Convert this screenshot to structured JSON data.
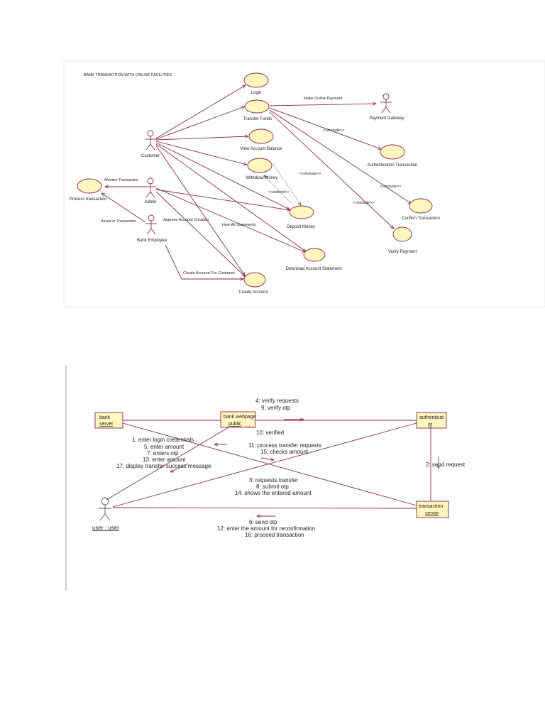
{
  "use_case_diagram": {
    "title": "BANK TRANSACTION WITH ONLINE FACILITIES",
    "actors": {
      "customer": "Customer",
      "admin": "Admin",
      "bank_employee": "Bank Employee",
      "payment_gateway": "Payment Gateway"
    },
    "use_cases": {
      "login": "Login",
      "transfer_funds": "Transfer Funds",
      "view_balance": "View Account Balance",
      "withdraw_money": "Withdraw Money",
      "deposit_money": "Deposit Money",
      "download_statement": "Download Account Statement",
      "create_account": "Create Account",
      "process_transaction": "Process transaction",
      "authentication_transaction": "Authentication Transaction",
      "confirm_transaction": "Confirm Transaction",
      "verify_payment": "Verify Payment"
    },
    "relations": {
      "make_online_payment": "Make Online Payment",
      "include_auth": "<<include>>",
      "include_confirm": "<<include>>",
      "include_verify": "<<include>>",
      "include_deposit": "<<include>>",
      "extend_withdraw": "<<extend>>",
      "monitor_transaction": "Monitor Transaction",
      "assist_transaction": "Assist in Transaction",
      "approve_account": "Approve Account Creation",
      "view_all_statements": "View All Statements",
      "create_account_for_customer": "Create Account For Customer"
    }
  },
  "collaboration_diagram": {
    "objects": {
      "bank_server_l1": "bank",
      "bank_server_l2": "server",
      "webpage_l1": "bank webpage :",
      "webpage_l2": "public",
      "auth_l1": "authenticat",
      "auth_l2": "or",
      "transaction_l1": "transaction",
      "transaction_l2": "server",
      "user": "user : user"
    },
    "messages": {
      "top": [
        "4: verify requests",
        "9: verify otp"
      ],
      "verified": "10: verified",
      "dots": ". . .",
      "user_to_webpage": [
        "1: enter login credentials",
        "5: enter amount",
        "7: enters otp",
        "13: enter amount",
        "17: display transfer success message"
      ],
      "process": [
        "11: process transfer requests",
        "15: checks amount"
      ],
      "request": [
        "3: requests transfer",
        "8: submit otp",
        "14: shows the entered amount"
      ],
      "send_request": "2: send request",
      "bottom": [
        "6: send otp",
        "12: enter the amount for reconfirmation",
        "16: proceed transaction"
      ]
    }
  }
}
